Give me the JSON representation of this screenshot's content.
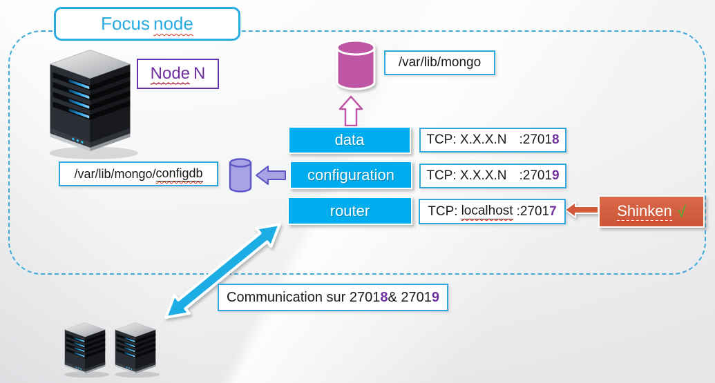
{
  "colors": {
    "accent_cyan": "#29abe2",
    "service_fill": "#00aeef",
    "purple_digit": "#7030a0",
    "magenta_db": "#bf55a5",
    "violet_fill": "#a8a4e4",
    "violet_stroke": "#5b55c8",
    "shinken_orange": "#d2593b",
    "check_green": "#5da832",
    "big_arrow_cyan": "#1cade4"
  },
  "focus_node": {
    "word1": "Focus",
    "word2": "node"
  },
  "node_n": {
    "word1": "Node",
    "word2": "N"
  },
  "mongo_path": "/var/lib/mongo",
  "configdb_path": {
    "plain": "/var/lib/mongo/",
    "misspelled": "configdb"
  },
  "services": {
    "data": "data",
    "configuration": "configuration",
    "router": "router"
  },
  "ports": {
    "data": {
      "label": "TCP: X.X.X.N",
      "port": ":2701",
      "digit": "8"
    },
    "configuration": {
      "label": "TCP: X.X.X.N",
      "port": ":2701",
      "digit": "9"
    },
    "router": {
      "label": "TCP:",
      "host": "localhost",
      "port": ":2701",
      "digit": "7"
    }
  },
  "shinken": {
    "label": "Shinken",
    "check": "√"
  },
  "communication": {
    "part1": "Communication sur 2701",
    "digit1": "8",
    "part2": " & 2701",
    "digit2": "9"
  },
  "icons": {
    "focus_server": "server-icon",
    "mongo_db": "database-cylinder-icon",
    "config_db": "database-cylinder-icon",
    "data_to_db": "up-block-arrow-icon",
    "config_to_db": "left-block-arrow-icon",
    "shinken_to_router": "left-block-arrow-icon",
    "router_to_replicas": "double-headed-arrow-icon",
    "replica_servers": "server-icon"
  }
}
